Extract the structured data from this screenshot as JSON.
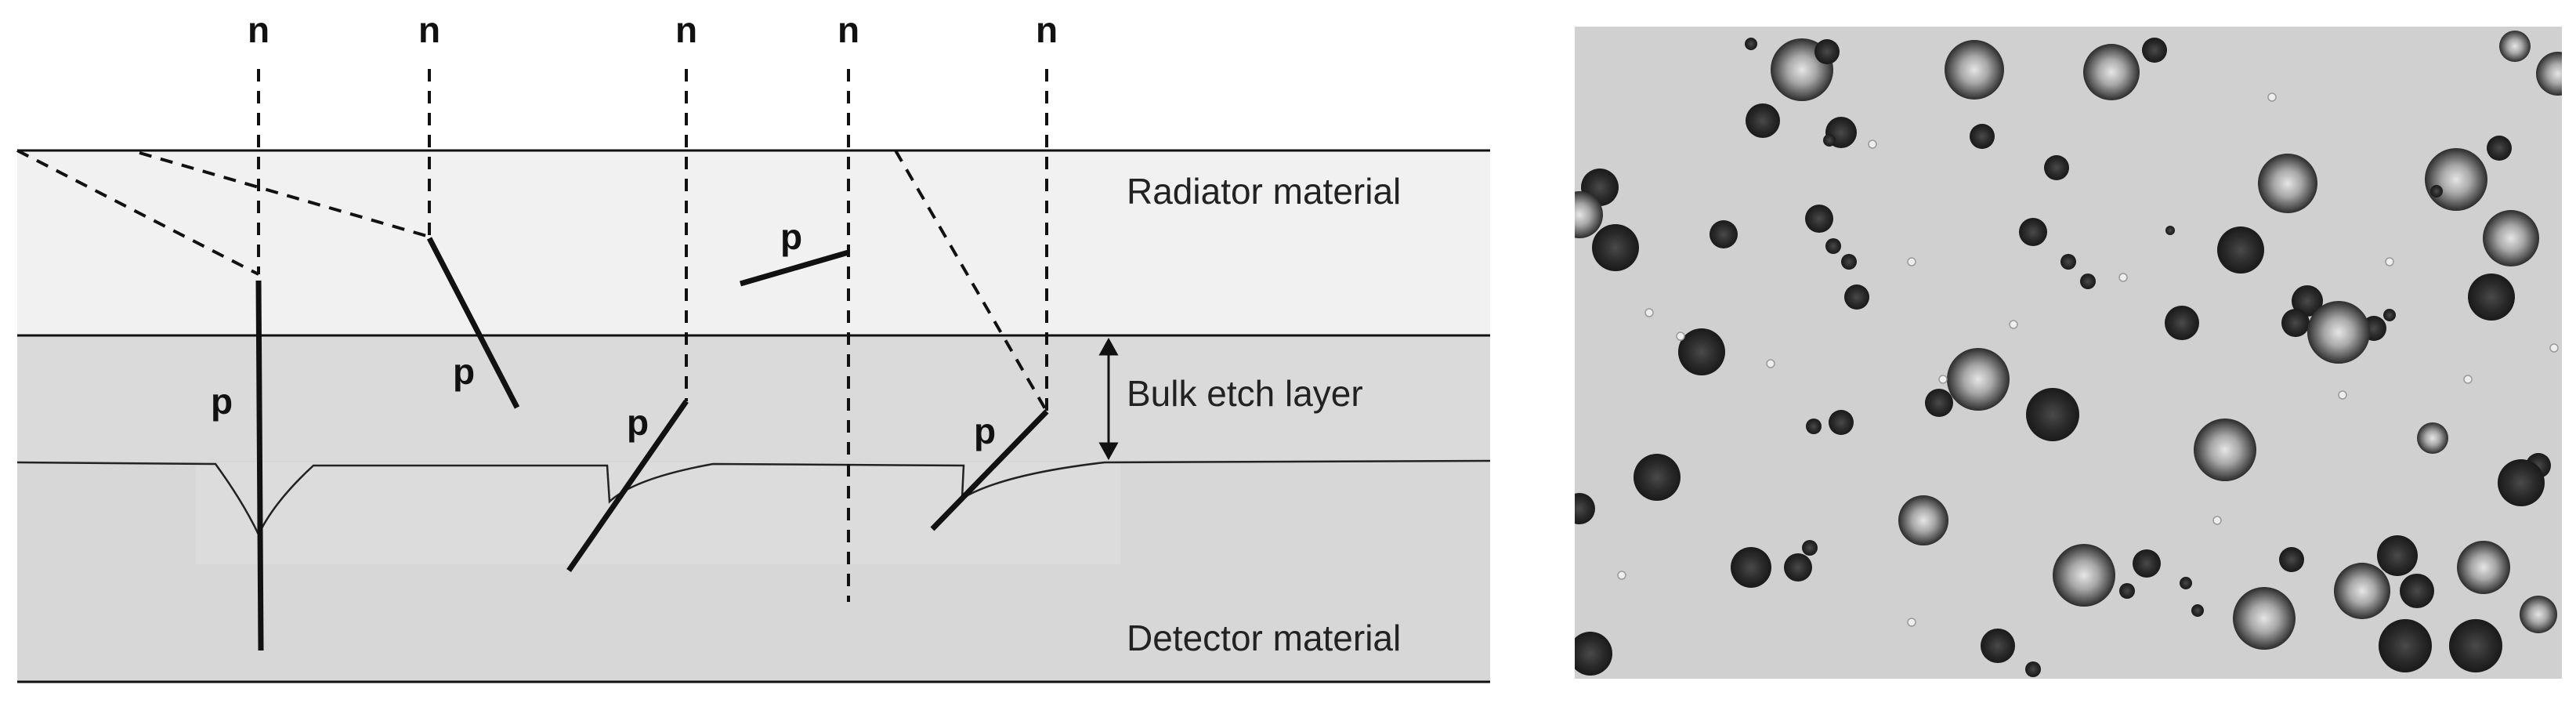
{
  "diagram": {
    "layers": {
      "radiator": "Radiator material",
      "bulk_etch": "Bulk etch layer",
      "detector": "Detector material"
    },
    "n_labels": [
      "n",
      "n",
      "n",
      "n",
      "n"
    ],
    "p_labels": [
      "p",
      "p",
      "p",
      "p",
      "p"
    ],
    "colors": {
      "radiator_fill": "#f1f1f1",
      "bulk_etch_fill": "#dadada",
      "detector_fill": "#d7d7d7",
      "lines": "#111111"
    }
  },
  "micrograph": {
    "colors": {
      "background": "#d0d0d0",
      "dark_spot": "#262626",
      "ring_spot": "#8a8a8a"
    }
  }
}
